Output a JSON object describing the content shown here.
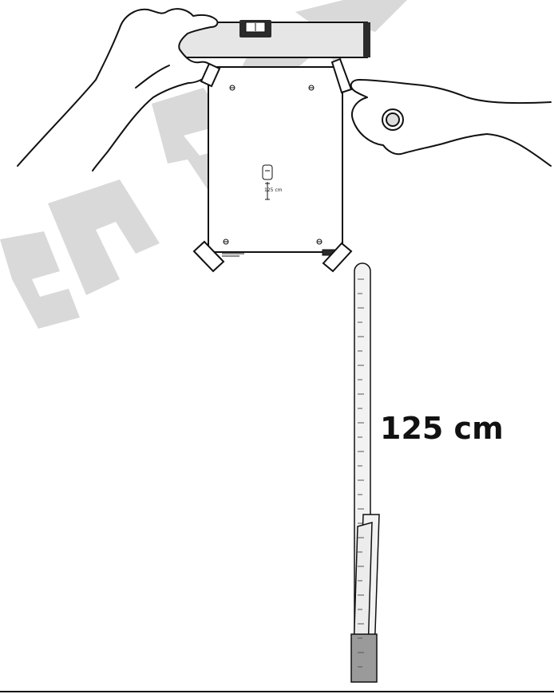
{
  "measurement": {
    "label": "125 cm",
    "template_label": "125 cm"
  },
  "colors": {
    "line": "#111111",
    "watermark": "#d9d9d9",
    "level_body": "#e6e6e6",
    "level_dark": "#2b2b2b"
  },
  "icons": {
    "watermark": "diagonal-watermark-text",
    "level": "spirit-level-icon",
    "hand_left": "hand-left-icon",
    "hand_right": "hand-right-icon",
    "ruler": "folding-ruler-icon"
  }
}
